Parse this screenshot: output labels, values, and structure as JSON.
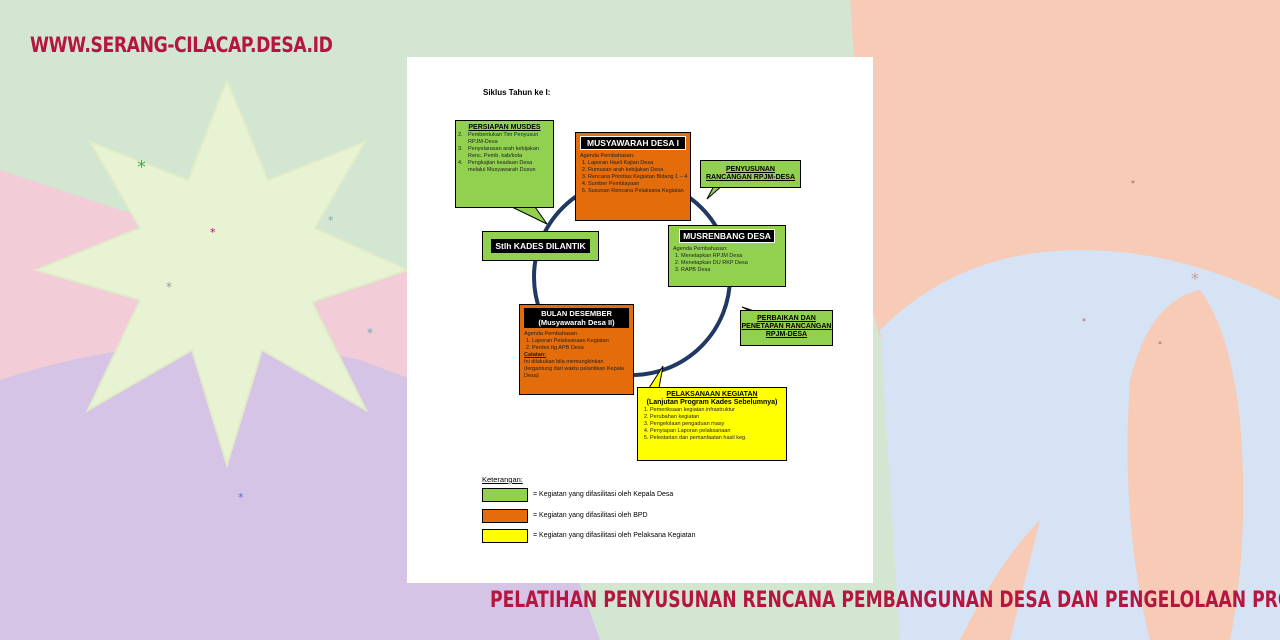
{
  "site": {
    "url": "WWW.SERANG-CILACAP.DESA.ID"
  },
  "page": {
    "title": "PELATIHAN PENYUSUNAN RENCANA PEMBANGUNAN DESA DAN PENGELOLAAN PROYEK"
  },
  "colors": {
    "accent": "#b5163f",
    "green": "#92d050",
    "orange": "#e46c0a",
    "yellow": "#ffff00",
    "cycle": "#1f3864"
  },
  "diagram": {
    "title": "Siklus Tahun ke I:",
    "persiapan": {
      "title": "PERSIAPAN MUSDES",
      "items": [
        "Pembentukan Tim Penyusun RPJM-Desa",
        "Penyelarasan arah kebijakan Renc. Pemb. kab/kota",
        "Pengkajian keadaan Desa melalui Musyawarah Dusun"
      ],
      "numbers": [
        "2.",
        "3.",
        "4."
      ]
    },
    "musdes1": {
      "title": "MUSYAWARAH DESA I",
      "agenda": "Agenda Pembahasan:",
      "items": [
        "Laporan Hasil Kajian Desa",
        "Rumusan arah kebijakan Desa",
        "Rencana Prioritas Kegiatan Bidang 1 – 4",
        "Sumber Pembiayaan",
        "Susunan Rencana Pelaksana Kegiatan"
      ]
    },
    "penyusunan": {
      "line1": "PENYUSUNAN",
      "line2": "RANCANGAN RPJM-DESA"
    },
    "kades": {
      "title": "Stlh KADES DILANTIK"
    },
    "musrenbang": {
      "title": "MUSRENBANG DESA",
      "agenda": "Agenda Pembahasan:",
      "items": [
        "Menetapkan RPJM Desa",
        "Menetapkan DU RKP Desa",
        "RAPB Desa"
      ]
    },
    "perbaikan": {
      "line1": "PERBAIKAN DAN",
      "line2": "PENETAPAN RANCANGAN",
      "line3": "RPJM-DESA"
    },
    "desember": {
      "title1": "BULAN DESEMBER",
      "title2": "(Musyawarah Desa II)",
      "agenda": "Agenda Pembahasan",
      "items": [
        "Laporan Pelaksanaan Kegiatan",
        "Perdes ttg APB Desa"
      ],
      "catatan": "Catatan:",
      "note": "Ini dilakukan bila memungkinkan (tergantung dari waktu pelantikan Kepala Desa)"
    },
    "pelaksanaan": {
      "title1": "PELAKSANAAN KEGIATAN",
      "title2": "(Lanjutan Program Kades Sebelumnya)",
      "items": [
        "Pemeriksaan kegiatan infrastruktur",
        "Perubahan kegiatan",
        "Pengelolaan pengaduan masy",
        "Penyiapan Laporan pelaksanaan",
        "Pelestarian dan pemanfaatan hasil keg."
      ]
    },
    "legend": {
      "title": "Keterangan:",
      "green": "= Kegiatan yang difasilitasi oleh Kepala Desa",
      "orange": "= Kegiatan yang difasilitasi oleh BPD",
      "yellow": "= Kegiatan yang difasilitasi oleh Pelaksana Kegiatan"
    }
  }
}
